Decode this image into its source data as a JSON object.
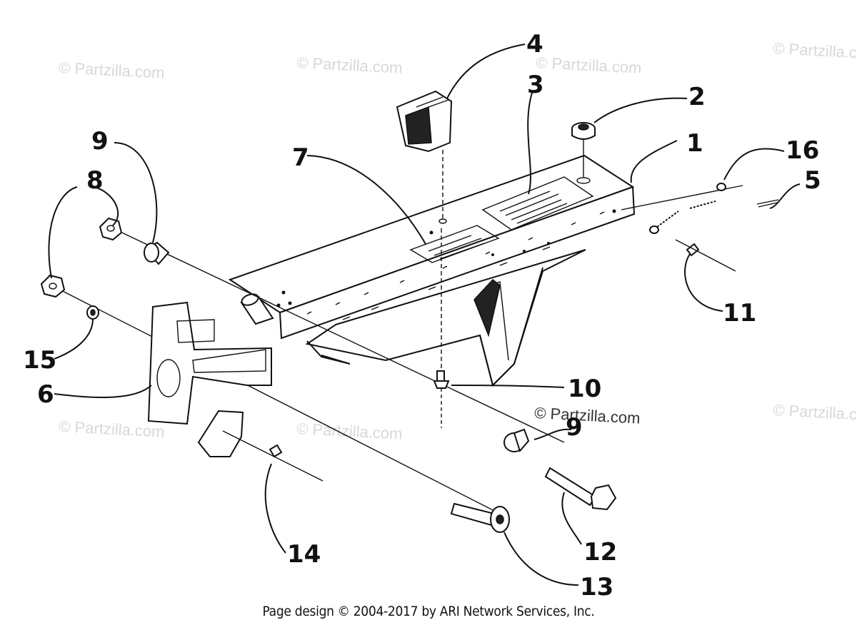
{
  "watermarks": {
    "text": "© Partzilla.com",
    "stamp": "© Partzilla.com"
  },
  "callouts": {
    "c1": "1",
    "c2": "2",
    "c3": "3",
    "c4": "4",
    "c5": "5",
    "c6": "6",
    "c7": "7",
    "c8": "8",
    "c9a": "9",
    "c9b": "9",
    "c10": "10",
    "c11": "11",
    "c12": "12",
    "c13": "13",
    "c14": "14",
    "c15": "15",
    "c16": "16"
  },
  "footer": {
    "text": "Page design © 2004-2017 by ARI Network Services, Inc."
  }
}
